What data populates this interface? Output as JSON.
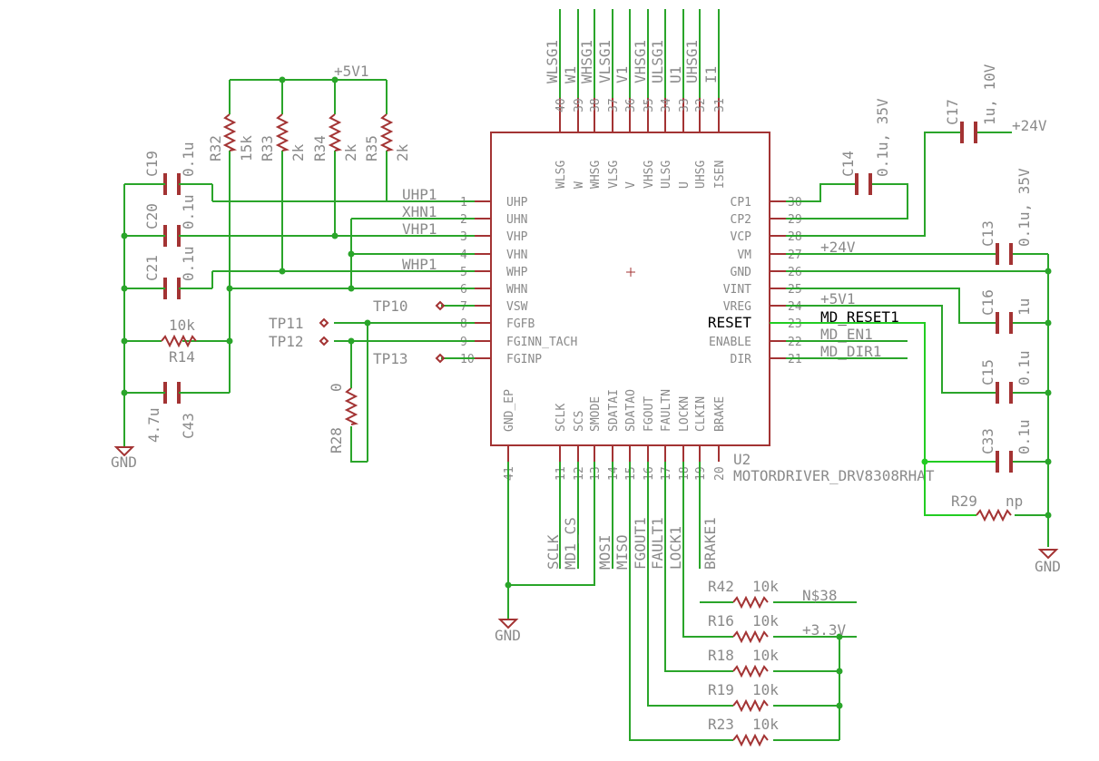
{
  "colors": {
    "wire": "#2aa52a",
    "wire_highlight": "#22cc22",
    "part": "#a33333",
    "label": "#8a8a8a",
    "background": "#ffffff"
  },
  "ic": {
    "ref": "U2",
    "value": "MOTORDRIVER_DRV8308RHAT",
    "left": [
      {
        "num": "1",
        "name": "UHP"
      },
      {
        "num": "2",
        "name": "UHN"
      },
      {
        "num": "3",
        "name": "VHP"
      },
      {
        "num": "4",
        "name": "VHN"
      },
      {
        "num": "5",
        "name": "WHP"
      },
      {
        "num": "6",
        "name": "WHN"
      },
      {
        "num": "7",
        "name": "VSW"
      },
      {
        "num": "8",
        "name": "FGFB"
      },
      {
        "num": "9",
        "name": "FGINN_TACH"
      },
      {
        "num": "10",
        "name": "FGINP"
      }
    ],
    "right": [
      {
        "num": "30",
        "name": "CP1"
      },
      {
        "num": "29",
        "name": "CP2"
      },
      {
        "num": "28",
        "name": "VCP"
      },
      {
        "num": "27",
        "name": "VM"
      },
      {
        "num": "26",
        "name": "GND"
      },
      {
        "num": "25",
        "name": "VINT"
      },
      {
        "num": "24",
        "name": "VREG"
      },
      {
        "num": "23",
        "name": "RESET"
      },
      {
        "num": "22",
        "name": "ENABLE"
      },
      {
        "num": "21",
        "name": "DIR"
      }
    ],
    "top": [
      {
        "num": "40",
        "name": "WLSG"
      },
      {
        "num": "39",
        "name": "W"
      },
      {
        "num": "38",
        "name": "WHSG"
      },
      {
        "num": "37",
        "name": "VLSG"
      },
      {
        "num": "36",
        "name": "V"
      },
      {
        "num": "35",
        "name": "VHSG"
      },
      {
        "num": "34",
        "name": "ULSG"
      },
      {
        "num": "33",
        "name": "U"
      },
      {
        "num": "32",
        "name": "UHSG"
      },
      {
        "num": "31",
        "name": "ISEN"
      }
    ],
    "bottom": [
      {
        "num": "41",
        "name": "GND_EP"
      },
      {
        "num": "11",
        "name": "SCLK"
      },
      {
        "num": "12",
        "name": "SCS"
      },
      {
        "num": "13",
        "name": "SMODE"
      },
      {
        "num": "14",
        "name": "SDATAI"
      },
      {
        "num": "15",
        "name": "SDATAO"
      },
      {
        "num": "16",
        "name": "FGOUT"
      },
      {
        "num": "17",
        "name": "FAULTN"
      },
      {
        "num": "18",
        "name": "LOCKN"
      },
      {
        "num": "19",
        "name": "CLKIN"
      },
      {
        "num": "20",
        "name": "BRAKE"
      }
    ]
  },
  "top_nets": [
    "WLSG1",
    "W1",
    "WHSG1",
    "VLSG1",
    "V1",
    "VHSG1",
    "ULSG1",
    "U1",
    "UHSG1",
    "I1"
  ],
  "left_nets": {
    "uhp": "UHP1",
    "xhn": "XHN1",
    "vhp": "VHP1",
    "whp": "WHP1"
  },
  "right_nets": {
    "p24": "+24V",
    "p5": "+5V1",
    "reset": "MD_RESET1",
    "en": "MD_EN1",
    "dir": "MD_DIR1"
  },
  "bottom_nets": {
    "sclk": "SCLK",
    "cs": "MD1_CS",
    "mosi": "MOSI",
    "miso": "MISO",
    "fgout": "FGOUT1",
    "fault": "FAULT1",
    "lock": "LOCK1",
    "brake": "BRAKE1"
  },
  "misc_nets": {
    "p5_top": "+5V1",
    "p24_top": "+24V",
    "n38": "N$38",
    "p33": "+3.3V"
  },
  "gnd": "GND",
  "tp": {
    "tp10": "TP10",
    "tp11": "TP11",
    "tp12": "TP12",
    "tp13": "TP13"
  },
  "parts": {
    "r32": {
      "ref": "R32",
      "val": "15k"
    },
    "r33": {
      "ref": "R33",
      "val": "2k"
    },
    "r34": {
      "ref": "R34",
      "val": "2k"
    },
    "r35": {
      "ref": "R35",
      "val": "2k"
    },
    "c19": {
      "ref": "C19",
      "val": "0.1u"
    },
    "c20": {
      "ref": "C20",
      "val": "0.1u"
    },
    "c21": {
      "ref": "C21",
      "val": "0.1u"
    },
    "r14": {
      "ref": "R14",
      "val": "10k"
    },
    "c43": {
      "ref": "C43",
      "val": "4.7u"
    },
    "r28": {
      "ref": "R28",
      "val": "0"
    },
    "c14": {
      "ref": "C14",
      "val": "0.1u, 35V"
    },
    "c17": {
      "ref": "C17",
      "val": "1u, 10V"
    },
    "c13": {
      "ref": "C13",
      "val": "0.1u, 35V"
    },
    "c16": {
      "ref": "C16",
      "val": "1u"
    },
    "c15": {
      "ref": "C15",
      "val": "0.1u"
    },
    "c33": {
      "ref": "C33",
      "val": "0.1u"
    },
    "r29": {
      "ref": "R29",
      "val": "np"
    },
    "r42": {
      "ref": "R42",
      "val": "10k"
    },
    "r16": {
      "ref": "R16",
      "val": "10k"
    },
    "r18": {
      "ref": "R18",
      "val": "10k"
    },
    "r19": {
      "ref": "R19",
      "val": "10k"
    },
    "r23": {
      "ref": "R23",
      "val": "10k"
    }
  }
}
